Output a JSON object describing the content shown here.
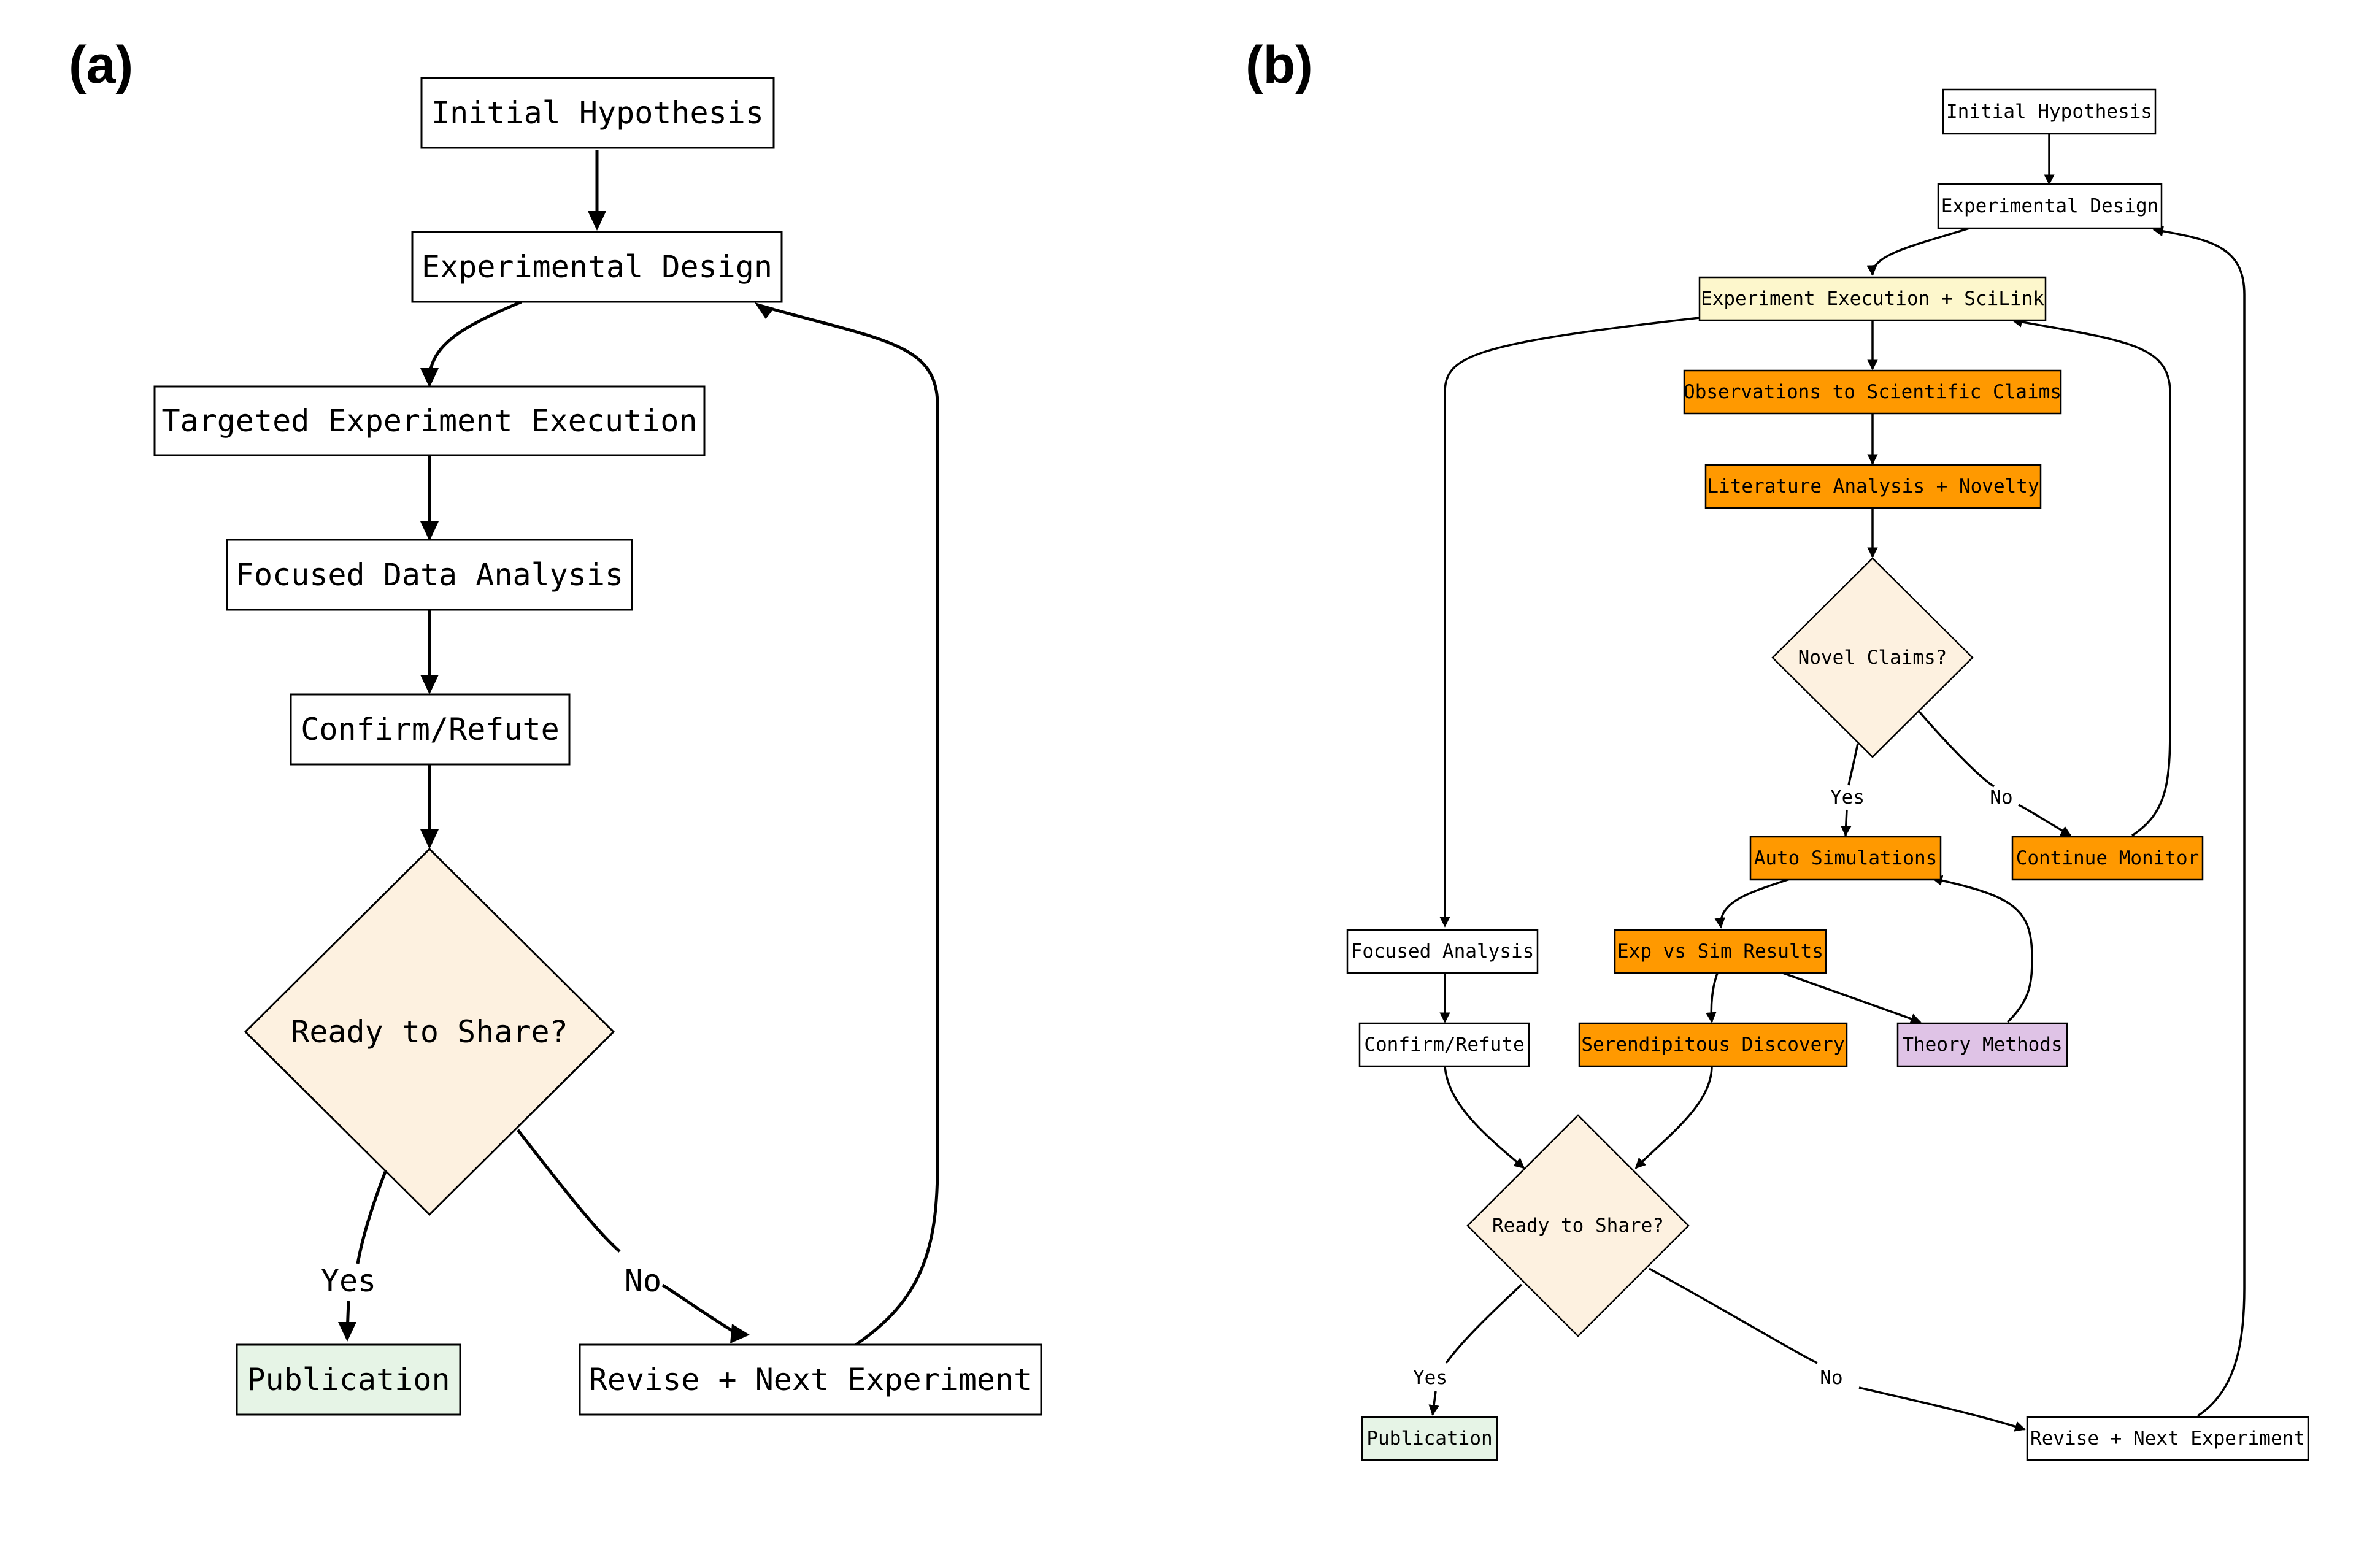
{
  "colors": {
    "box_default": "#ffffff",
    "decision": "#fdf1e0",
    "publication": "#e6f4e6",
    "execution_scilink": "#fdf7cc",
    "orange": "#ff9900",
    "theory": "#dfc3e6",
    "stroke": "#000000"
  },
  "panel_a": {
    "label": "(a)",
    "nodes": {
      "initial_hypothesis": "Initial Hypothesis",
      "experimental_design": "Experimental Design",
      "targeted_execution": "Targeted Experiment Execution",
      "focused_data_analysis": "Focused Data Analysis",
      "confirm_refute": "Confirm/Refute",
      "ready_to_share": "Ready to Share?",
      "publication": "Publication",
      "revise_next": "Revise + Next Experiment"
    },
    "edge_labels": {
      "yes": "Yes",
      "no": "No"
    }
  },
  "panel_b": {
    "label": "(b)",
    "nodes": {
      "initial_hypothesis": "Initial Hypothesis",
      "experimental_design": "Experimental Design",
      "execution_scilink": "Experiment Execution + SciLink",
      "observations_claims": "Observations to Scientific Claims",
      "literature_novelty": "Literature Analysis + Novelty",
      "novel_claims": "Novel Claims?",
      "auto_simulations": "Auto Simulations",
      "continue_monitor": "Continue Monitor",
      "exp_vs_sim": "Exp vs Sim Results",
      "serendipitous": "Serendipitous Discovery",
      "theory_methods": "Theory Methods",
      "focused_analysis": "Focused Analysis",
      "confirm_refute": "Confirm/Refute",
      "ready_to_share": "Ready to Share?",
      "publication": "Publication",
      "revise_next": "Revise + Next Experiment"
    },
    "edge_labels": {
      "novel_yes": "Yes",
      "novel_no": "No",
      "ready_yes": "Yes",
      "ready_no": "No"
    }
  }
}
